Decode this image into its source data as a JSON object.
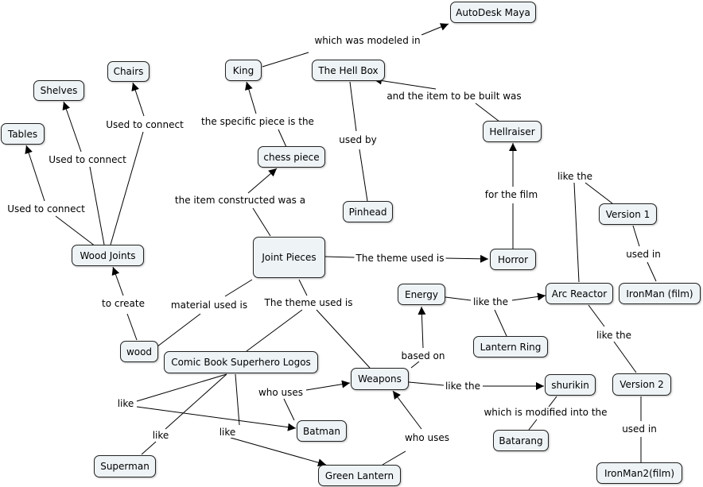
{
  "nodes": {
    "autodesk_maya": "AutoDesk Maya",
    "king": "King",
    "hell_box": "The Hell Box",
    "chairs": "Chairs",
    "shelves": "Shelves",
    "tables": "Tables",
    "chess_piece": "chess piece",
    "hellraiser": "Hellraiser",
    "pinhead": "Pinhead",
    "version1": "Version 1",
    "wood_joints": "Wood Joints",
    "joint_pieces": "Joint Pieces",
    "horror": "Horror",
    "energy": "Energy",
    "arc_reactor": "Arc Reactor",
    "ironman_film": "IronMan (film)",
    "lantern_ring": "Lantern Ring",
    "wood": "wood",
    "comic_logos": "Comic Book Superhero Logos",
    "weapons": "Weapons",
    "shurikin": "shurikin",
    "version2": "Version 2",
    "batman": "Batman",
    "batarang": "Batarang",
    "superman": "Superman",
    "green_lantern": "Green Lantern",
    "ironman2_film": "IronMan2(film)"
  },
  "links": {
    "which_was_modeled_in": "which was modeled in",
    "specific_piece": "the specific piece is the",
    "item_to_be_built": "and the item to be built was",
    "used_by": "used by",
    "used_to_connect_chairs": "Used to connect",
    "used_to_connect_shelves": "Used to connect",
    "used_to_connect_tables": "Used to connect",
    "item_constructed": "the item constructed was a",
    "for_the_film": "for the film",
    "like_the_v1": "like the",
    "used_in_v1": "used in",
    "theme_used_horror": "The theme used is",
    "to_create": "to create",
    "material_used": "material used is",
    "theme_used_logos": "The theme used is",
    "like_the_energy": "like the",
    "like_the_arc_v2": "like the",
    "based_on": "based on",
    "who_uses_batman": "who uses",
    "like_the_shurikin": "like the",
    "like_batman": "like",
    "modified_into": "which is modified into the",
    "used_in_v2": "used in",
    "like_superman": "like",
    "like_green_lantern": "like",
    "who_uses_green_lantern": "who uses"
  }
}
